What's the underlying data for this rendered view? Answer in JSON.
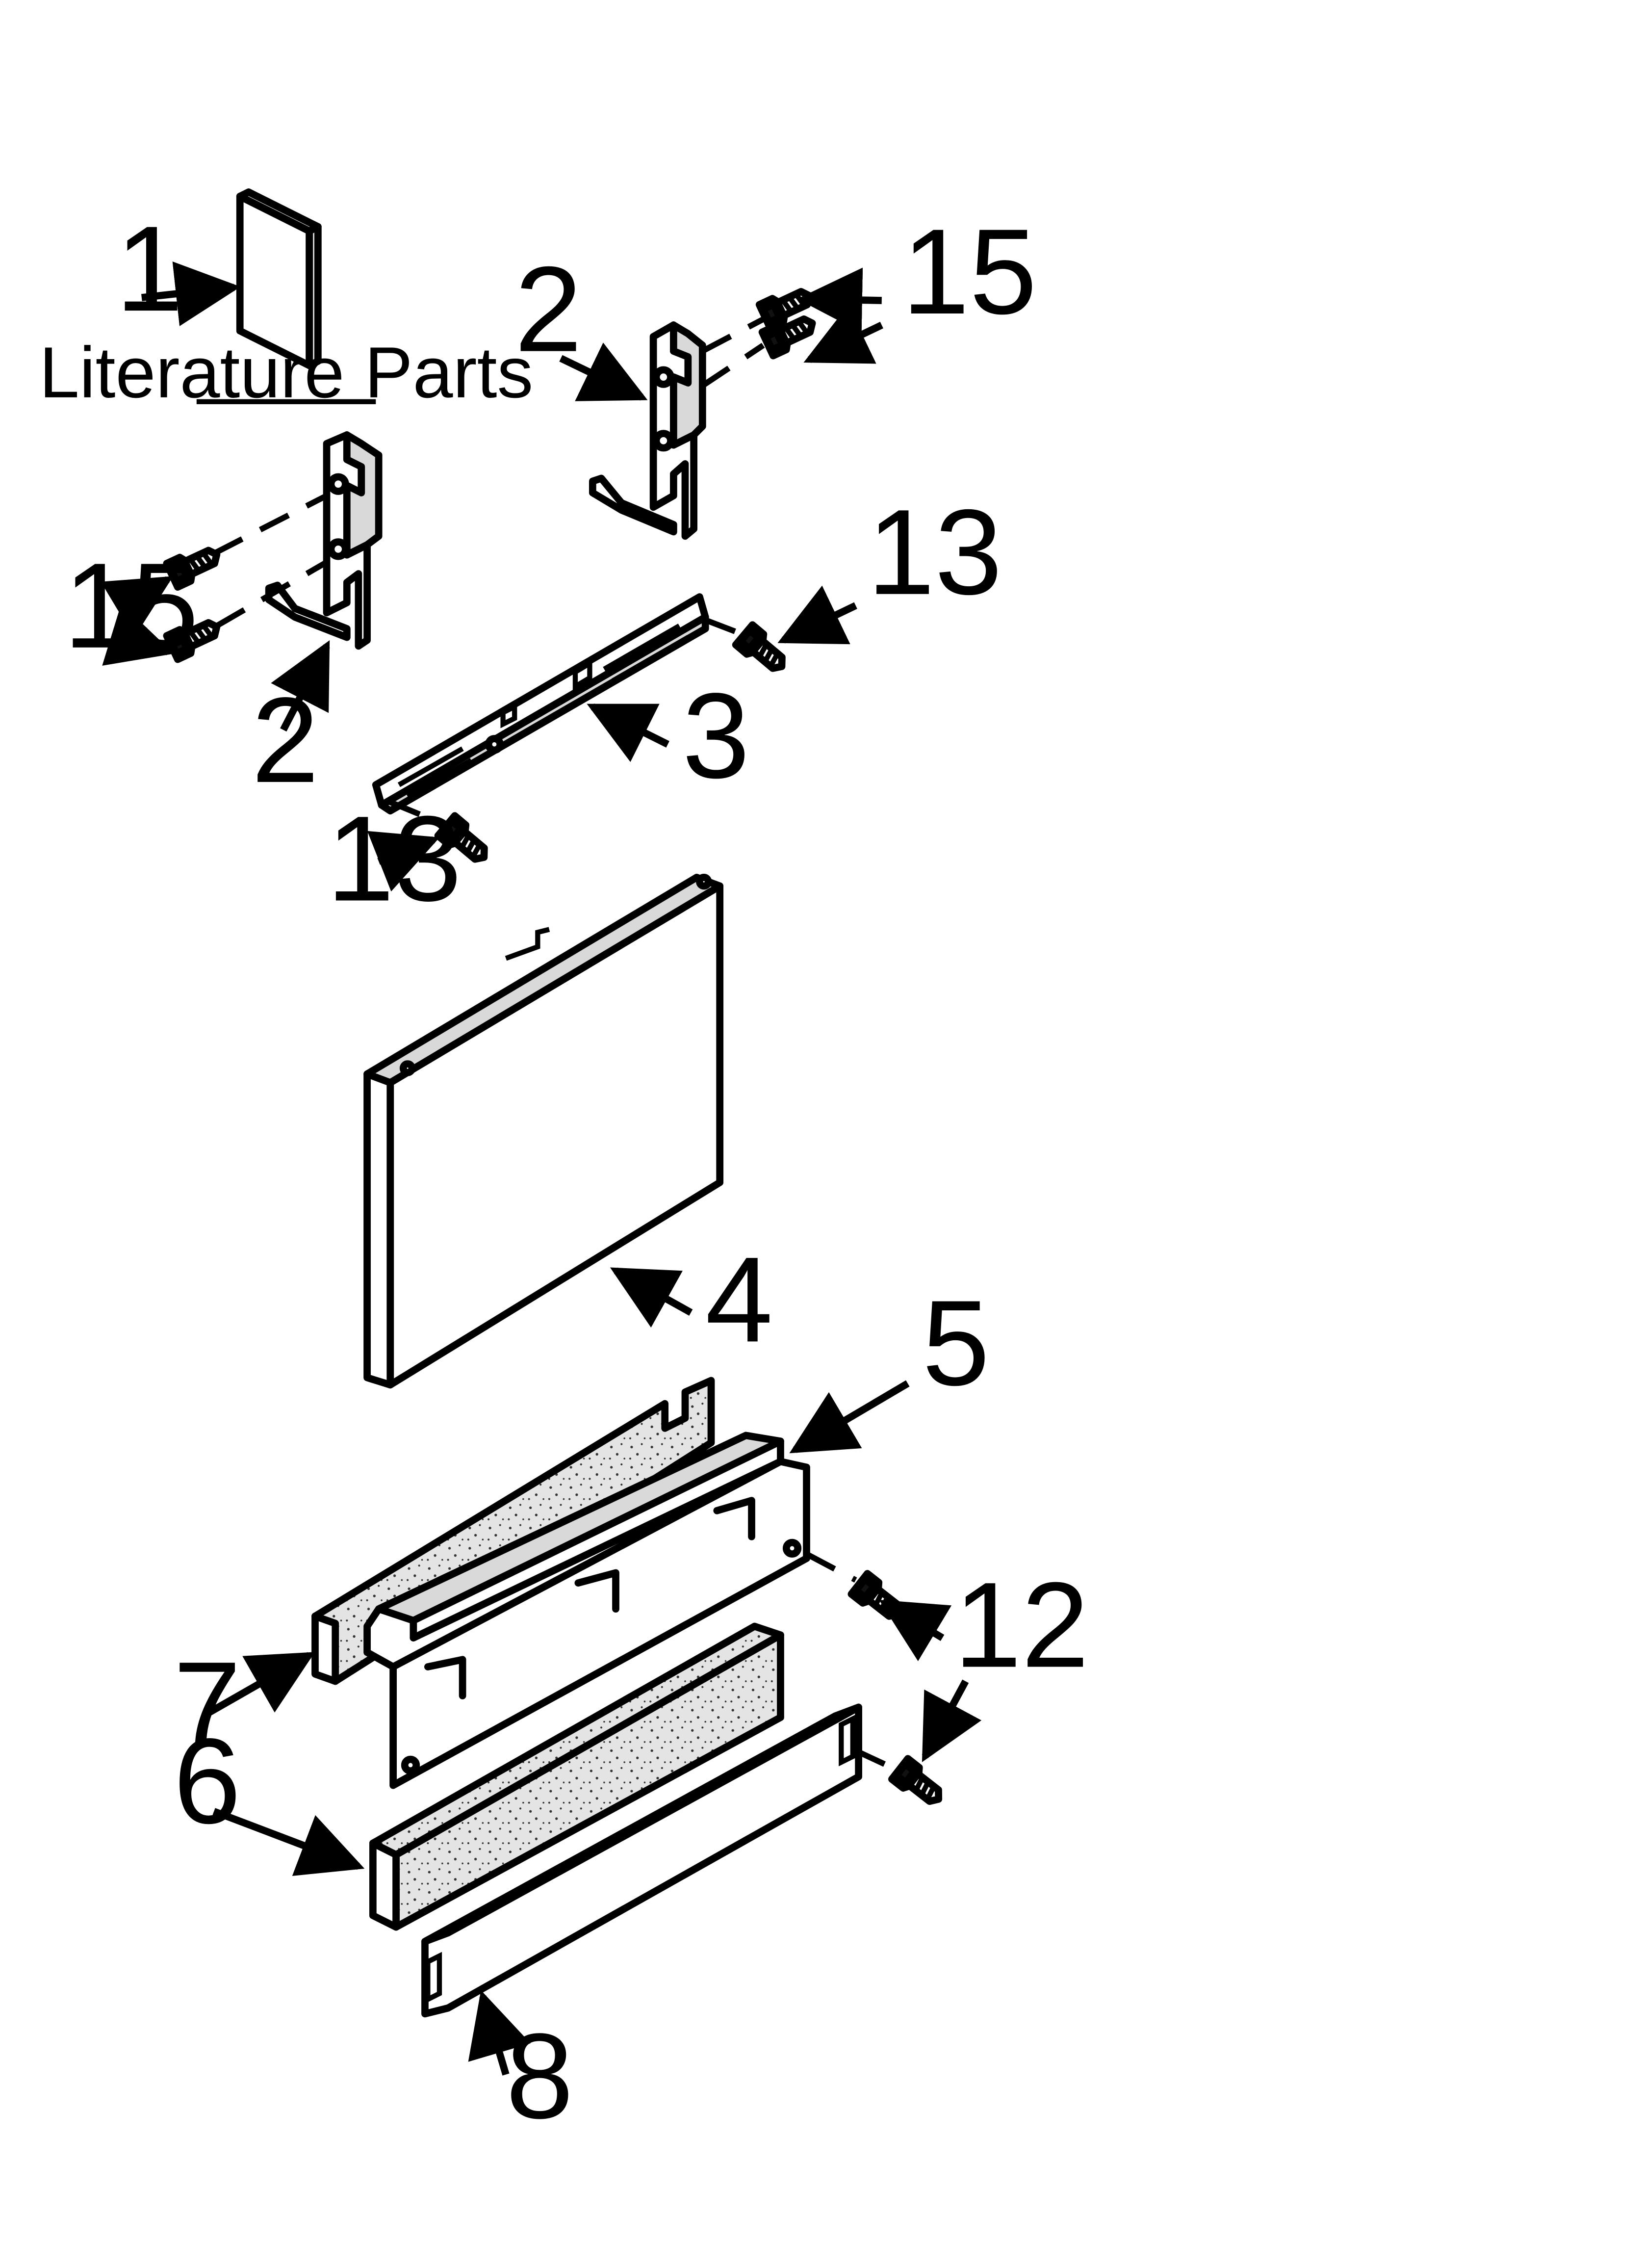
{
  "diagram": {
    "literature_label": "Literature Parts",
    "callouts": {
      "c1": "1",
      "c2a": "2",
      "c2b": "2",
      "c3": "3",
      "c4": "4",
      "c5": "5",
      "c6": "6",
      "c7": "7",
      "c8": "8",
      "c12": "12",
      "c13a": "13",
      "c13b": "13",
      "c15a": "15",
      "c15b": "15"
    }
  }
}
